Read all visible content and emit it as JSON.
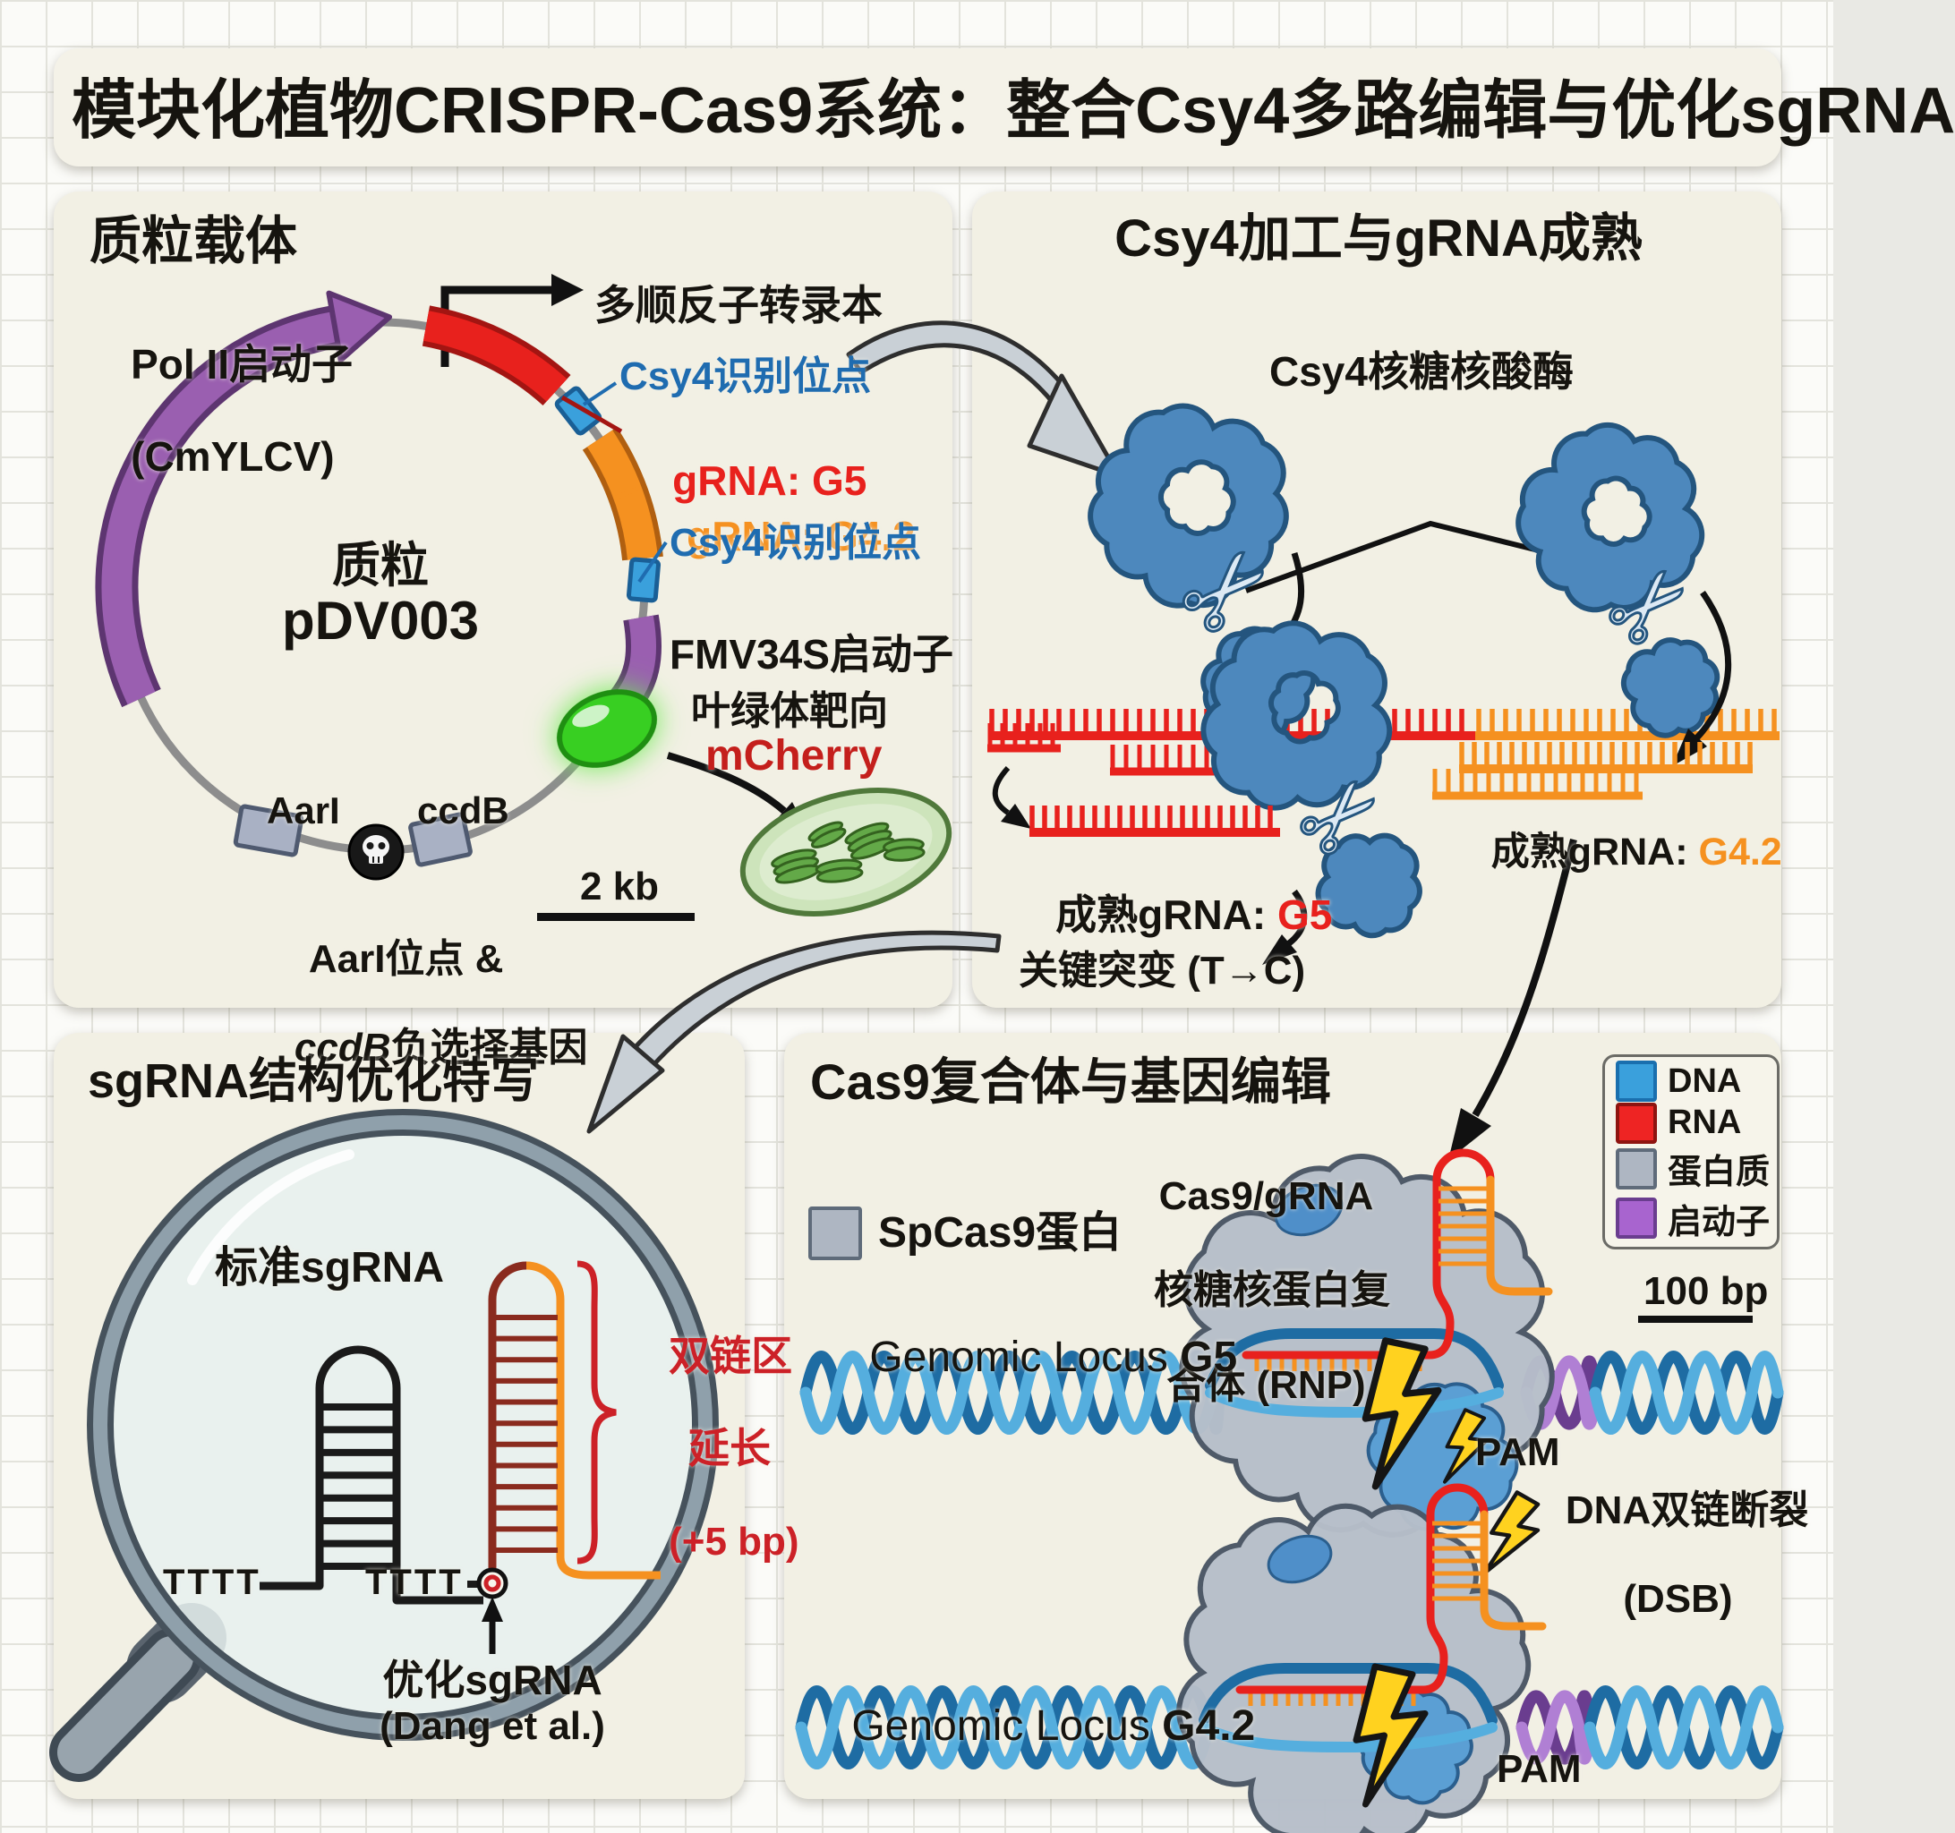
{
  "title": "模块化植物CRISPR-Cas9系统：整合Csy4多路编辑与优化sgRNA",
  "panel_plasmid": {
    "header": "质粒载体",
    "pol2_line1": "Pol II启动子",
    "pol2_line2": "(CmYLCV)",
    "transcript_label": "多顺反子转录本",
    "csy4_site_label_1": "Csy4识别位点",
    "grna_g5_prefix": "gRNA: ",
    "grna_g5_value": "G5",
    "grna_g42_prefix": "gRNA: ",
    "grna_g42_value": "G4.2",
    "csy4_site_label_2": "Csy4识别位点",
    "plasmid_name_line1": "质粒",
    "plasmid_name_line2": "pDV003",
    "fmv_label": "FMV34S启动子",
    "chloro_target_label": "叶绿体靶向",
    "mcherry_label": "mCherry",
    "aari_label": "AarI",
    "ccdb_label": "ccdB",
    "negsel_line1": "AarI位点 &",
    "negsel_line2_italic": "ccdB",
    "negsel_line2_rest": "负选择基因",
    "scale_label": "2 kb"
  },
  "panel_processing": {
    "header": "Csy4加工与gRNA成熟",
    "rnase_label": "Csy4核糖核酸酶",
    "mature_g5_prefix": "成熟gRNA: ",
    "mature_g5_value": "G5",
    "mature_g42_prefix": "成熟gRNA: ",
    "mature_g42_value": "G4.2",
    "mutation_label": "关键突变 (T→C)"
  },
  "panel_sgrna": {
    "header": "sgRNA结构优化特写",
    "standard_label": "标准sgRNA",
    "tttt_left": "TTTT",
    "tttt_right": "TTTT",
    "extension_line1": "双链区",
    "extension_line2": "延长",
    "extension_line3": "(+5 bp)",
    "optimized_line1": "优化sgRNA",
    "optimized_line2": "(Dang et al.)"
  },
  "panel_editing": {
    "header": "Cas9复合体与基因编辑",
    "spcas9_label": "SpCas9蛋白",
    "rnp_line1": "Cas9/gRNA",
    "rnp_line2": "核糖核蛋白复",
    "rnp_line3": "合体 (RNP)",
    "locus_g5_prefix": "Genomic Locus ",
    "locus_g5_value": "G5",
    "locus_g42_prefix": "Genomic Locus ",
    "locus_g42_value": "G4.2",
    "pam_label_1": "PAM",
    "pam_label_2": "PAM",
    "dsb_line1": "DNA双链断裂",
    "dsb_line2": "(DSB)",
    "scale_label": "100 bp",
    "legend": {
      "dna": "DNA",
      "rna": "RNA",
      "protein": "蛋白质",
      "promoter": "启动子"
    }
  },
  "colors": {
    "rna_red": "#e8211d",
    "grna_orange": "#f59120",
    "dna_blue": "#3aa0dc",
    "promoter_purple": "#9a5fb0",
    "protein_gray": "#aeb6c2",
    "label_blue": "#1f6cb0",
    "annotation_red": "#cc2127",
    "bolt_yellow": "#ffd21f",
    "csy4_blue": "#4d88bd"
  }
}
